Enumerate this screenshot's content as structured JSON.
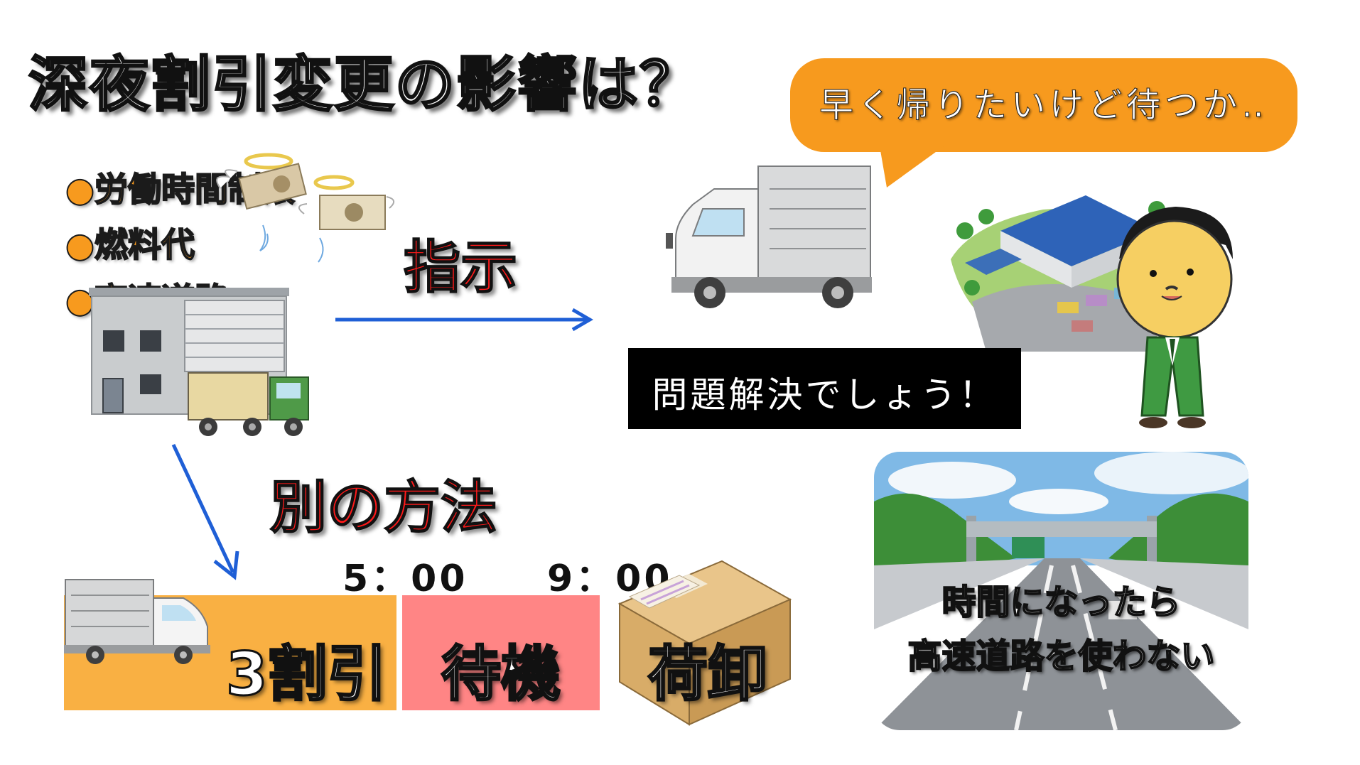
{
  "title": "深夜割引変更の影響は？",
  "bullets": [
    {
      "marker": "●",
      "text": "労働時間制限"
    },
    {
      "marker": "●",
      "text": "燃料代"
    },
    {
      "marker": "●",
      "text": "高速道路"
    }
  ],
  "labels": {
    "instruction": "指示",
    "alternative": "別の方法"
  },
  "speech_bubble": "早く帰りたいけど待つか‥",
  "answer_box": "問題解決でしょう！",
  "timeline": {
    "times": [
      "5：00",
      "9：00"
    ],
    "discount": "3割引",
    "waiting": "待機",
    "unloading": "荷卸"
  },
  "highway_caption": {
    "line1": "時間になったら",
    "line2": "高速道路を使わない"
  },
  "colors": {
    "orange": "#f79a1e",
    "timeline_orange": "#f9b043",
    "timeline_pink": "#ff8585",
    "red_label": "#ff1a1a",
    "arrow_blue": "#1f5fd6"
  }
}
